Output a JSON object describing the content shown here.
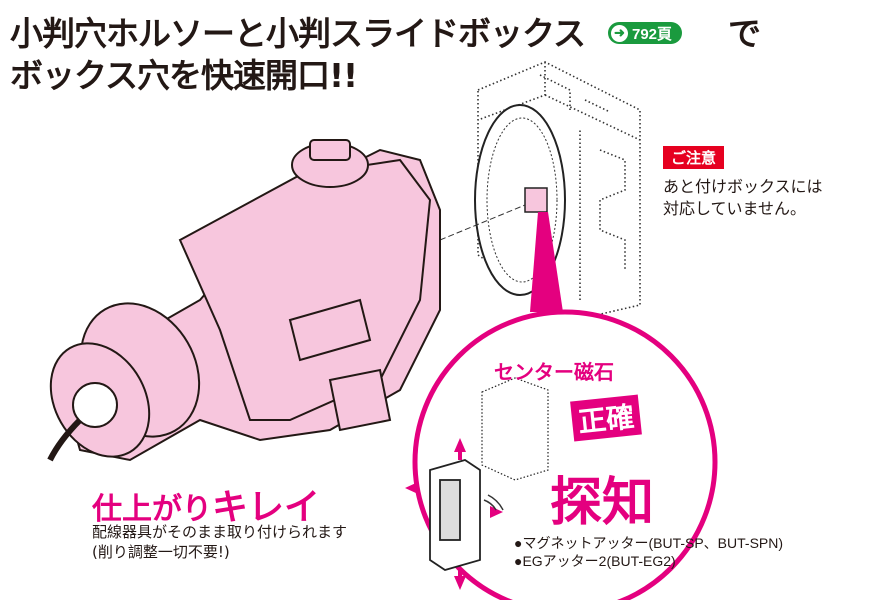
{
  "headline": {
    "line1": "小判穴ホルソーと小判スライドボックス",
    "page_ref": "792頁",
    "line1_suffix": "で",
    "line2": "ボックス穴を快速開口!!"
  },
  "caution": {
    "label": "ご注意",
    "text_line1": "あと付けボックスには",
    "text_line2": "対応していません。"
  },
  "feature_finish": {
    "title_a": "仕上がり",
    "title_b": "キレイ",
    "desc_line1": "配線器具がそのまま取り付けられます",
    "desc_line2": "(削り調整一切不要!)"
  },
  "feature_magnet": {
    "title": "センター磁石",
    "badge": "正確",
    "big": "探知"
  },
  "models": [
    "●マグネットアッター(BUT-SP、BUT-SPN)",
    "●EGアッター2(BUT-EG2)"
  ],
  "colors": {
    "accent": "#e4007f",
    "tool": "#f7c6dd",
    "caution": "#e60020",
    "badge": "#1a9a3e"
  }
}
